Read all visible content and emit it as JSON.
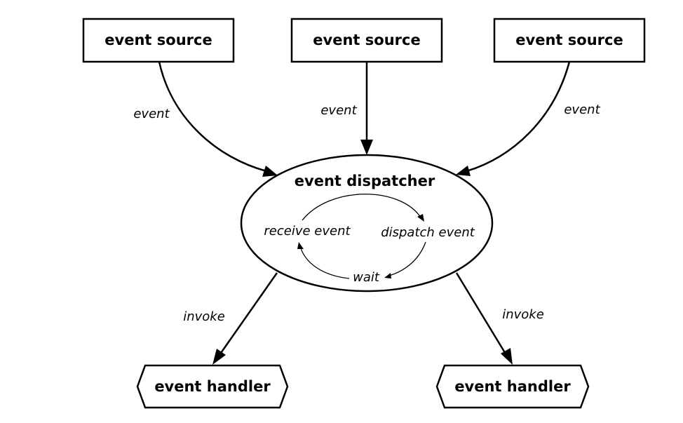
{
  "nodes": {
    "source_1": "event source",
    "source_2": "event source",
    "source_3": "event source",
    "dispatcher": "event dispatcher",
    "handler_1": "event handler",
    "handler_2": "event handler"
  },
  "cycle": {
    "receive": "receive event",
    "dispatch": "dispatch event",
    "wait": "wait"
  },
  "edges": {
    "event_1": "event",
    "event_2": "event",
    "event_3": "event",
    "invoke_1": "invoke",
    "invoke_2": "invoke"
  }
}
